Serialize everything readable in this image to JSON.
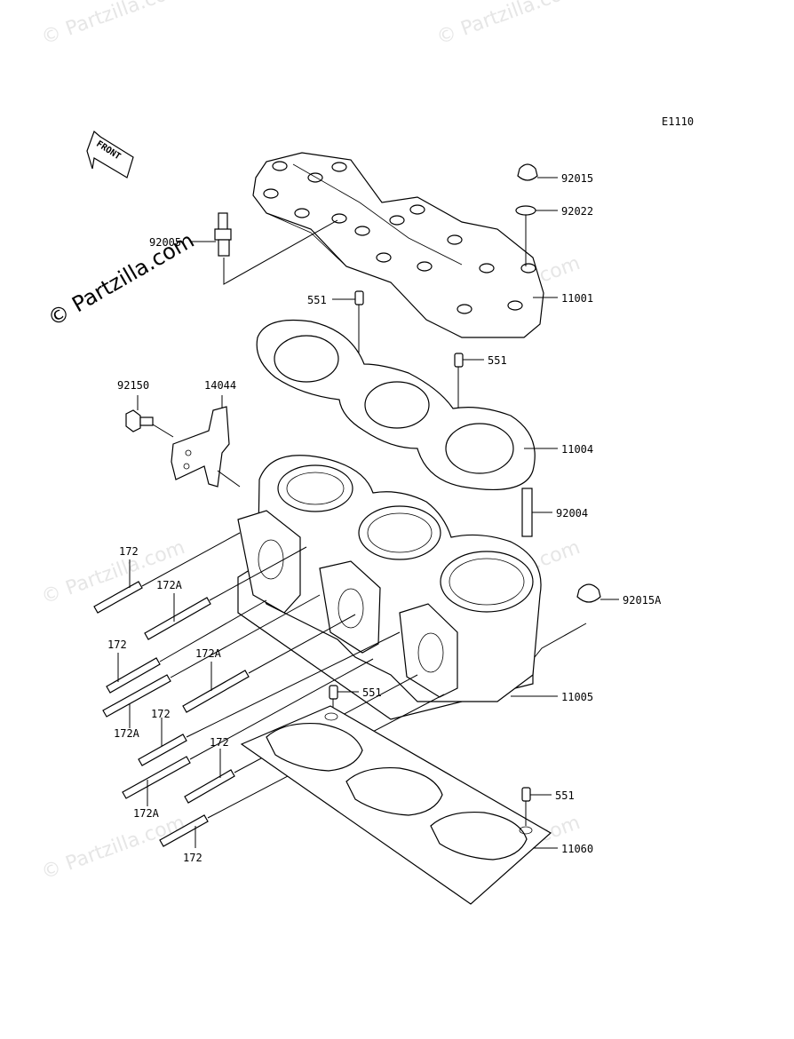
{
  "diagram_code": "E1110",
  "front_arrow_text": "FRONT",
  "watermark_main": "© Partzilla.com",
  "watermark_faint": "© Partzilla.com",
  "parts": {
    "p92015": "92015",
    "p92022": "92022",
    "p92005": "92005",
    "p11001": "11001",
    "p551a": "551",
    "p551b": "551",
    "p92150": "92150",
    "p14044": "14044",
    "p11004": "11004",
    "p92004": "92004",
    "p172a": "172",
    "p172A_a": "172A",
    "p92015A": "92015A",
    "p172b": "172",
    "p172A_b": "172A",
    "p551c": "551",
    "p11005": "11005",
    "p172A_c": "172A",
    "p172c": "172",
    "p172d": "172",
    "p551d": "551",
    "p172A_d": "172A",
    "p11060": "11060",
    "p172e": "172"
  }
}
